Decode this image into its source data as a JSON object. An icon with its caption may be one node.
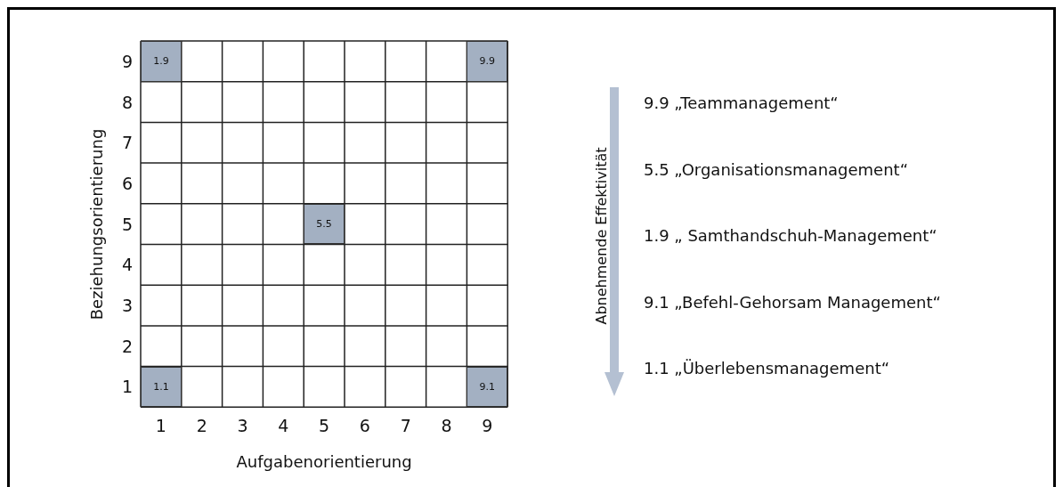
{
  "diagram": {
    "nodes": [
      {
        "text": [
          "1.9"
        ]
      },
      {
        "text": [
          "9.9"
        ]
      },
      {
        "text": [
          "5.5"
        ]
      },
      {
        "text": [
          "1.1"
        ]
      },
      {
        "text": [
          "9.1"
        ]
      }
    ],
    "labels": [
      "9",
      "8",
      "7",
      "6",
      "5",
      "4",
      "3",
      "2",
      "1",
      "Beziehungsorientierung",
      "1",
      "2",
      "3",
      "4",
      "5",
      "6",
      "7",
      "8",
      "9",
      "Aufgabenorientierung",
      "Abnehmende Effektivität",
      "9.9 „Teammanagement“",
      "5.5 „Organisationsmanagement“",
      "1.9 „ Samthandschuh-Management“",
      "9.1 „Befehl-Gehorsam Management“",
      "1.1 „Überlebensmanagement“"
    ]
  }
}
